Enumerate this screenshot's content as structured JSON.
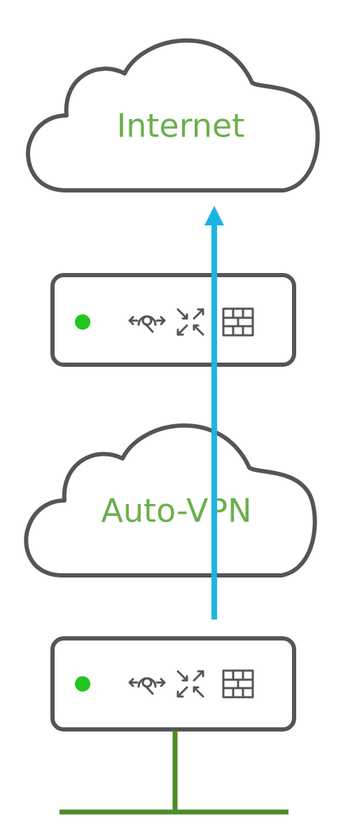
{
  "clouds": {
    "internet": {
      "label": "Internet"
    },
    "autovpn": {
      "label": "Auto-VPN"
    }
  },
  "devices": {
    "top": {
      "status": "online",
      "icons": [
        "vpn-icon",
        "traffic-shaping-icon",
        "firewall-icon"
      ]
    },
    "bottom": {
      "status": "online",
      "icons": [
        "vpn-icon",
        "traffic-shaping-icon",
        "firewall-icon"
      ]
    }
  },
  "colors": {
    "label_green": "#6ab04c",
    "outline_gray": "#555555",
    "status_green": "#22c522",
    "flow_arrow": "#1cb5e0",
    "lan_line": "#4f8a2b"
  }
}
